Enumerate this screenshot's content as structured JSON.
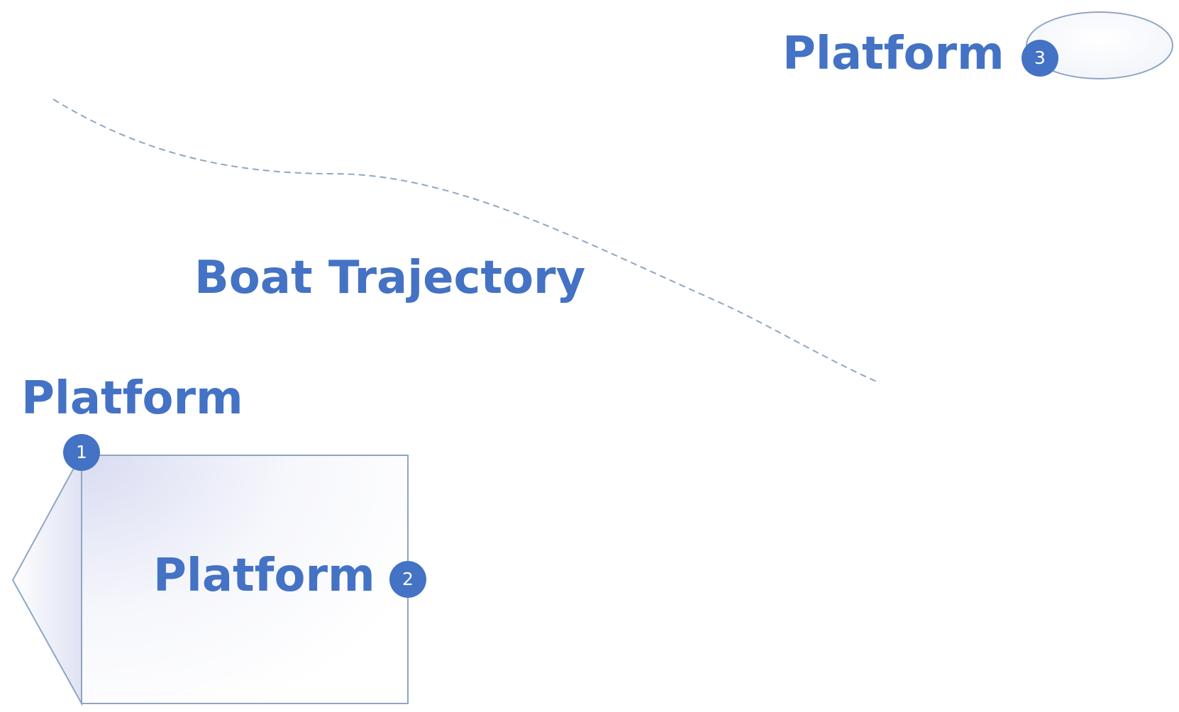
{
  "labels": {
    "platform_top": "Platform",
    "trajectory": "Boat Trajectory",
    "platform_left": "Platform",
    "platform_inner": "Platform"
  },
  "markers": {
    "one": "1",
    "two": "2",
    "three": "3"
  },
  "colors": {
    "accent": "#4472c4",
    "outline": "#8fa6c2"
  }
}
